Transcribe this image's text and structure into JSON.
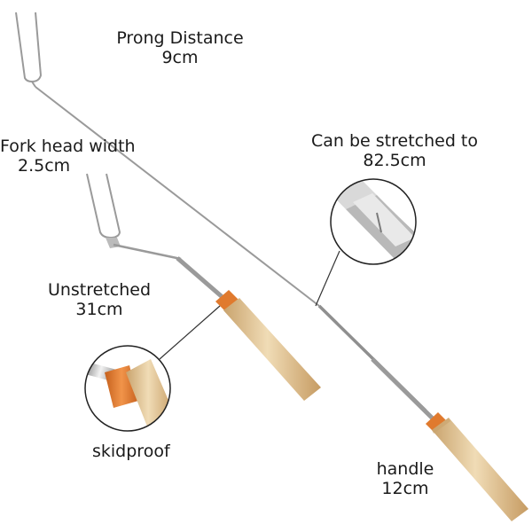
{
  "labels": {
    "prong_distance_title": "Prong Distance",
    "prong_distance_value": "9cm",
    "fork_head_width_title": "Fork head width",
    "fork_head_width_value": "2.5cm",
    "stretched_title": "Can be stretched to",
    "stretched_value": "82.5cm",
    "unstretched_title": "Unstretched",
    "unstretched_value": "31cm",
    "skidproof": "skidproof",
    "handle_title": "handle",
    "handle_value": "12cm"
  },
  "colors": {
    "steel": "#9a9a9a",
    "steel_light": "#e2e2e2",
    "orange_cap": "#e07a2e",
    "wood": "#e3c596",
    "wood_dark": "#c9a36d",
    "text": "#1a1a1a"
  }
}
